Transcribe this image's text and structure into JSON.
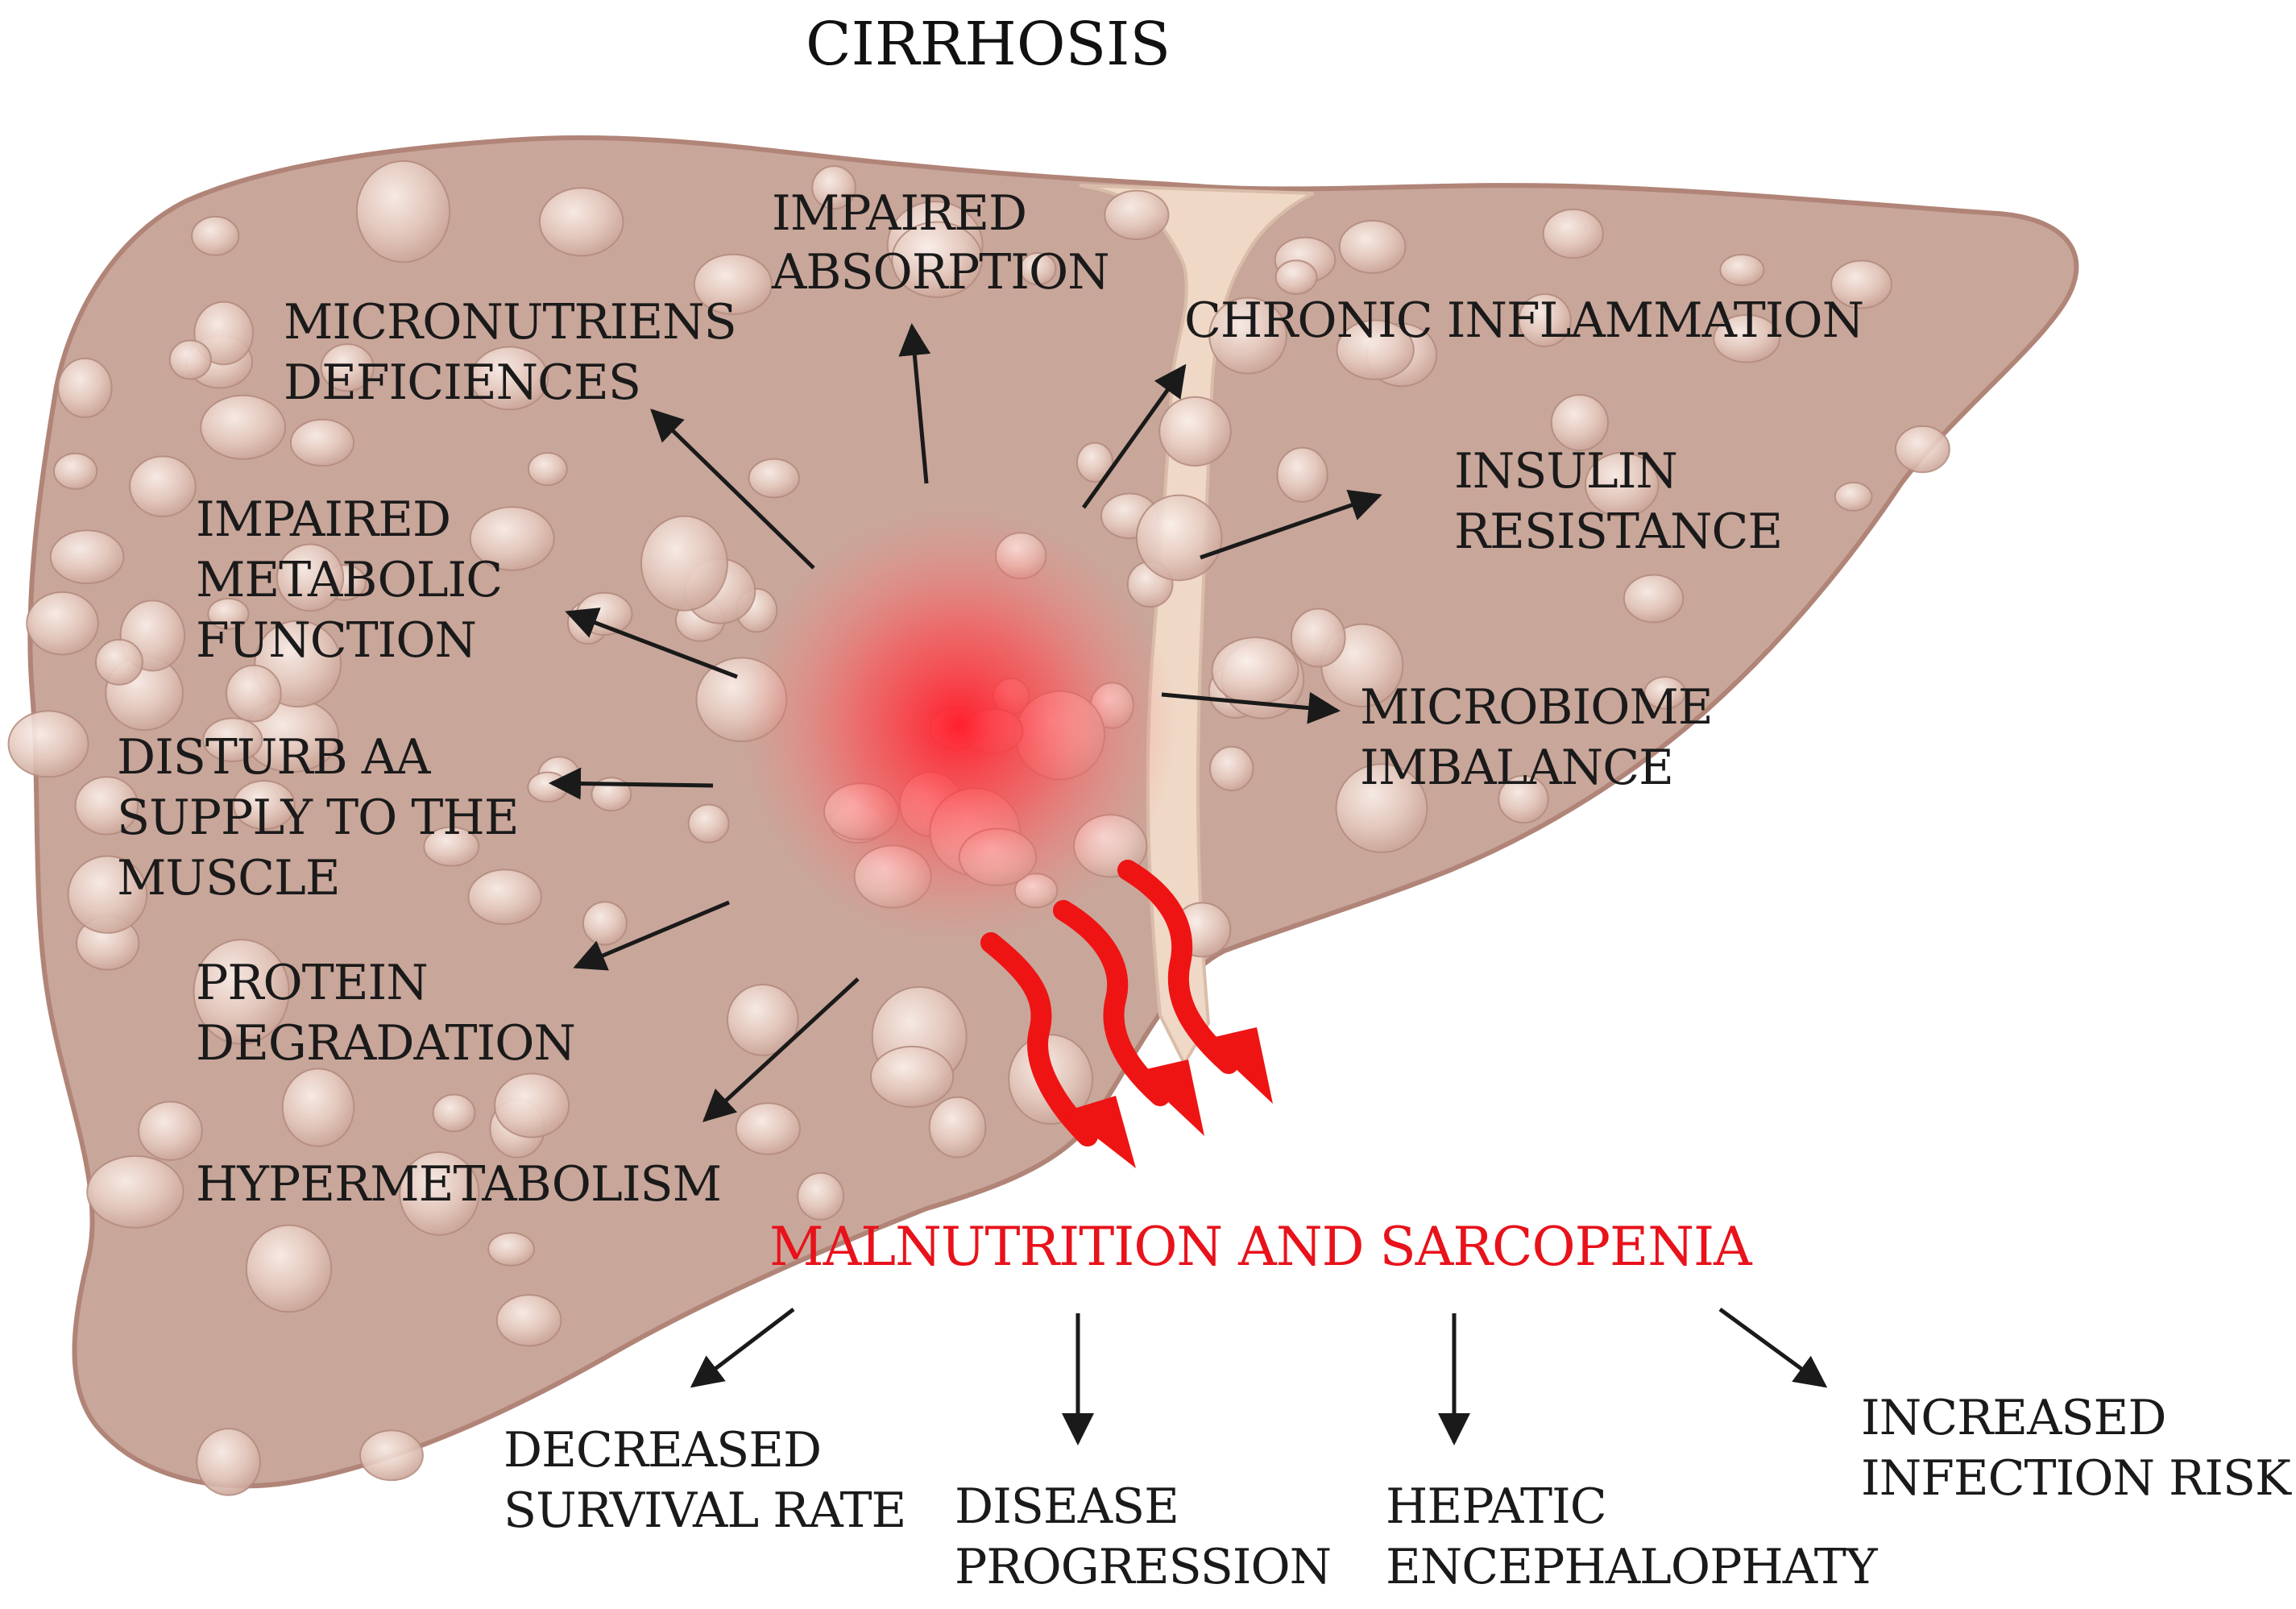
{
  "title": "CIRRHOSIS",
  "labels": {
    "micronutrients": [
      "MICRONUTRIENS",
      "DEFICIENCES"
    ],
    "absorption": [
      "IMPAIRED",
      "ABSORPTION"
    ],
    "inflammation": [
      "CHRONIC INFLAMMATION"
    ],
    "metabolic": [
      "IMPAIRED",
      "METABOLIC",
      "FUNCTION"
    ],
    "insulin": [
      "INSULIN",
      "RESISTANCE"
    ],
    "aa_supply": [
      "DISTURB AA",
      "SUPPLY TO THE",
      "MUSCLE"
    ],
    "microbiome": [
      "MICROBIOME",
      "IMBALANCE"
    ],
    "protein": [
      "PROTEIN",
      "DEGRADATION"
    ],
    "hypermetabolism": [
      "HYPERMETABOLISM"
    ]
  },
  "center_outcome": "MALNUTRITION AND SARCOPENIA",
  "consequences": {
    "survival": [
      "DECREASED",
      "SURVIVAL RATE"
    ],
    "progression": [
      "DISEASE",
      "PROGRESSION"
    ],
    "encephalopathy": [
      "HEPATIC",
      "ENCEPHALOPHATY"
    ],
    "infection": [
      "INCREASED",
      "INFECTION RISK"
    ]
  },
  "colors": {
    "liver": "#c9a69a",
    "liver_edge": "#b48b7d",
    "nodule": "#e7d0c6",
    "nodule_highlight": "#f8ece6",
    "ligament": "#f0dcc9",
    "hotspot": "#ff1f2d",
    "outcome": "#e8121b",
    "arrow": "#1a1a1a"
  },
  "icons": [
    "liver-illustration",
    "inflammation-hotspot",
    "wavy-red-arrow"
  ]
}
